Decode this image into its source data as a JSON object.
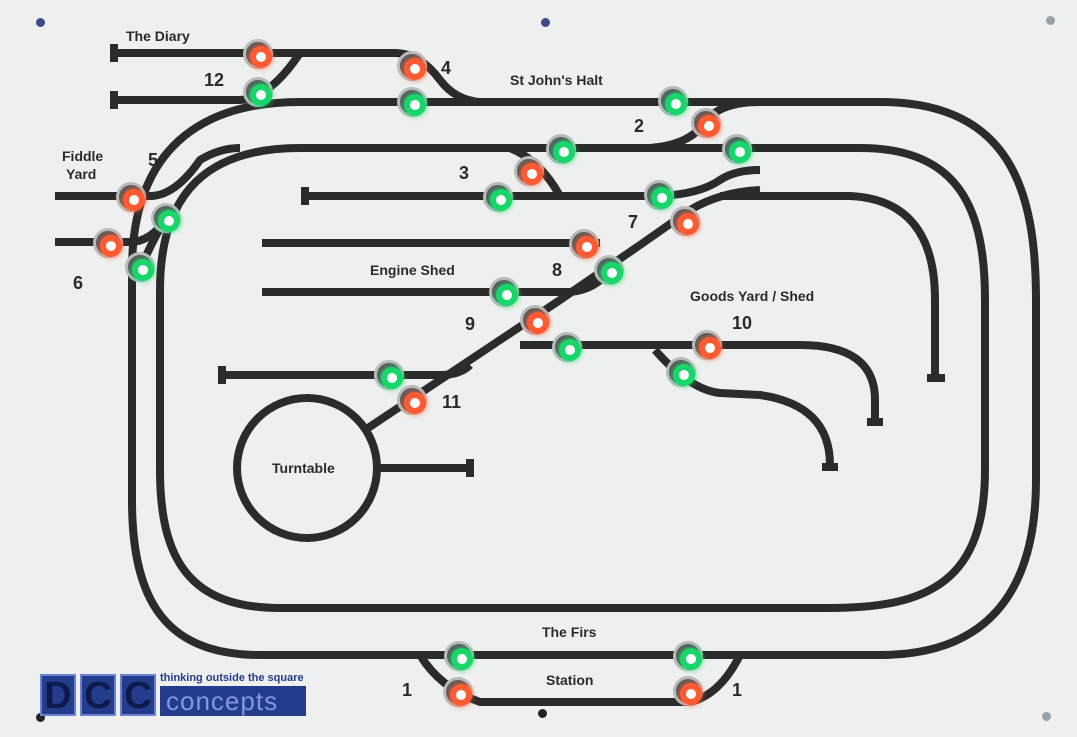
{
  "layout_labels": {
    "the_diary": "The Diary",
    "st_johns_halt": "St John's Halt",
    "fiddle_yard_1": "Fiddle",
    "fiddle_yard_2": "Yard",
    "engine_shed": "Engine Shed",
    "goods_yard": "Goods Yard / Shed",
    "turntable": "Turntable",
    "the_firs": "The Firs",
    "station": "Station"
  },
  "point_numbers": {
    "n1_left": "1",
    "n1_right": "1",
    "n2": "2",
    "n3": "3",
    "n4": "4",
    "n5": "5",
    "n6": "6",
    "n7": "7",
    "n8": "8",
    "n9": "9",
    "n10": "10",
    "n11": "11",
    "n12": "12"
  },
  "logo": {
    "letter_d": "D",
    "letter_c1": "C",
    "letter_c2": "C",
    "tagline": "thinking outside the square",
    "wordmark": "concepts"
  },
  "colors": {
    "track": "#2b2b2b",
    "panel": "#eef0ef",
    "led_green": "#19d66a",
    "led_red": "#ff5a32",
    "logo_blue": "#243c8c"
  },
  "buttons": [
    {
      "name": "diary-upper",
      "state": "red"
    },
    {
      "name": "diary-lower",
      "state": "green"
    },
    {
      "name": "point4-upper",
      "state": "red"
    },
    {
      "name": "point4-lower",
      "state": "green"
    },
    {
      "name": "halt-main",
      "state": "green"
    },
    {
      "name": "point2-red",
      "state": "red"
    },
    {
      "name": "point2-green",
      "state": "green"
    },
    {
      "name": "point3-upper",
      "state": "green"
    },
    {
      "name": "point3-red",
      "state": "red"
    },
    {
      "name": "point3-lower",
      "state": "green"
    },
    {
      "name": "fiddle5",
      "state": "red"
    },
    {
      "name": "fiddle-green-upper",
      "state": "green"
    },
    {
      "name": "fiddle6",
      "state": "red"
    },
    {
      "name": "fiddle-green-lower",
      "state": "green"
    },
    {
      "name": "point7-green",
      "state": "green"
    },
    {
      "name": "point7-red",
      "state": "red"
    },
    {
      "name": "point8-red",
      "state": "red"
    },
    {
      "name": "point8-green",
      "state": "green"
    },
    {
      "name": "engine-shed",
      "state": "green"
    },
    {
      "name": "point9",
      "state": "red"
    },
    {
      "name": "goods-main",
      "state": "green"
    },
    {
      "name": "point10",
      "state": "red"
    },
    {
      "name": "goods-lower",
      "state": "green"
    },
    {
      "name": "point11-green",
      "state": "green"
    },
    {
      "name": "point11-red",
      "state": "red"
    },
    {
      "name": "firs-left",
      "state": "green"
    },
    {
      "name": "firs-right",
      "state": "green"
    },
    {
      "name": "station-left",
      "state": "red"
    },
    {
      "name": "station-right",
      "state": "red"
    }
  ]
}
